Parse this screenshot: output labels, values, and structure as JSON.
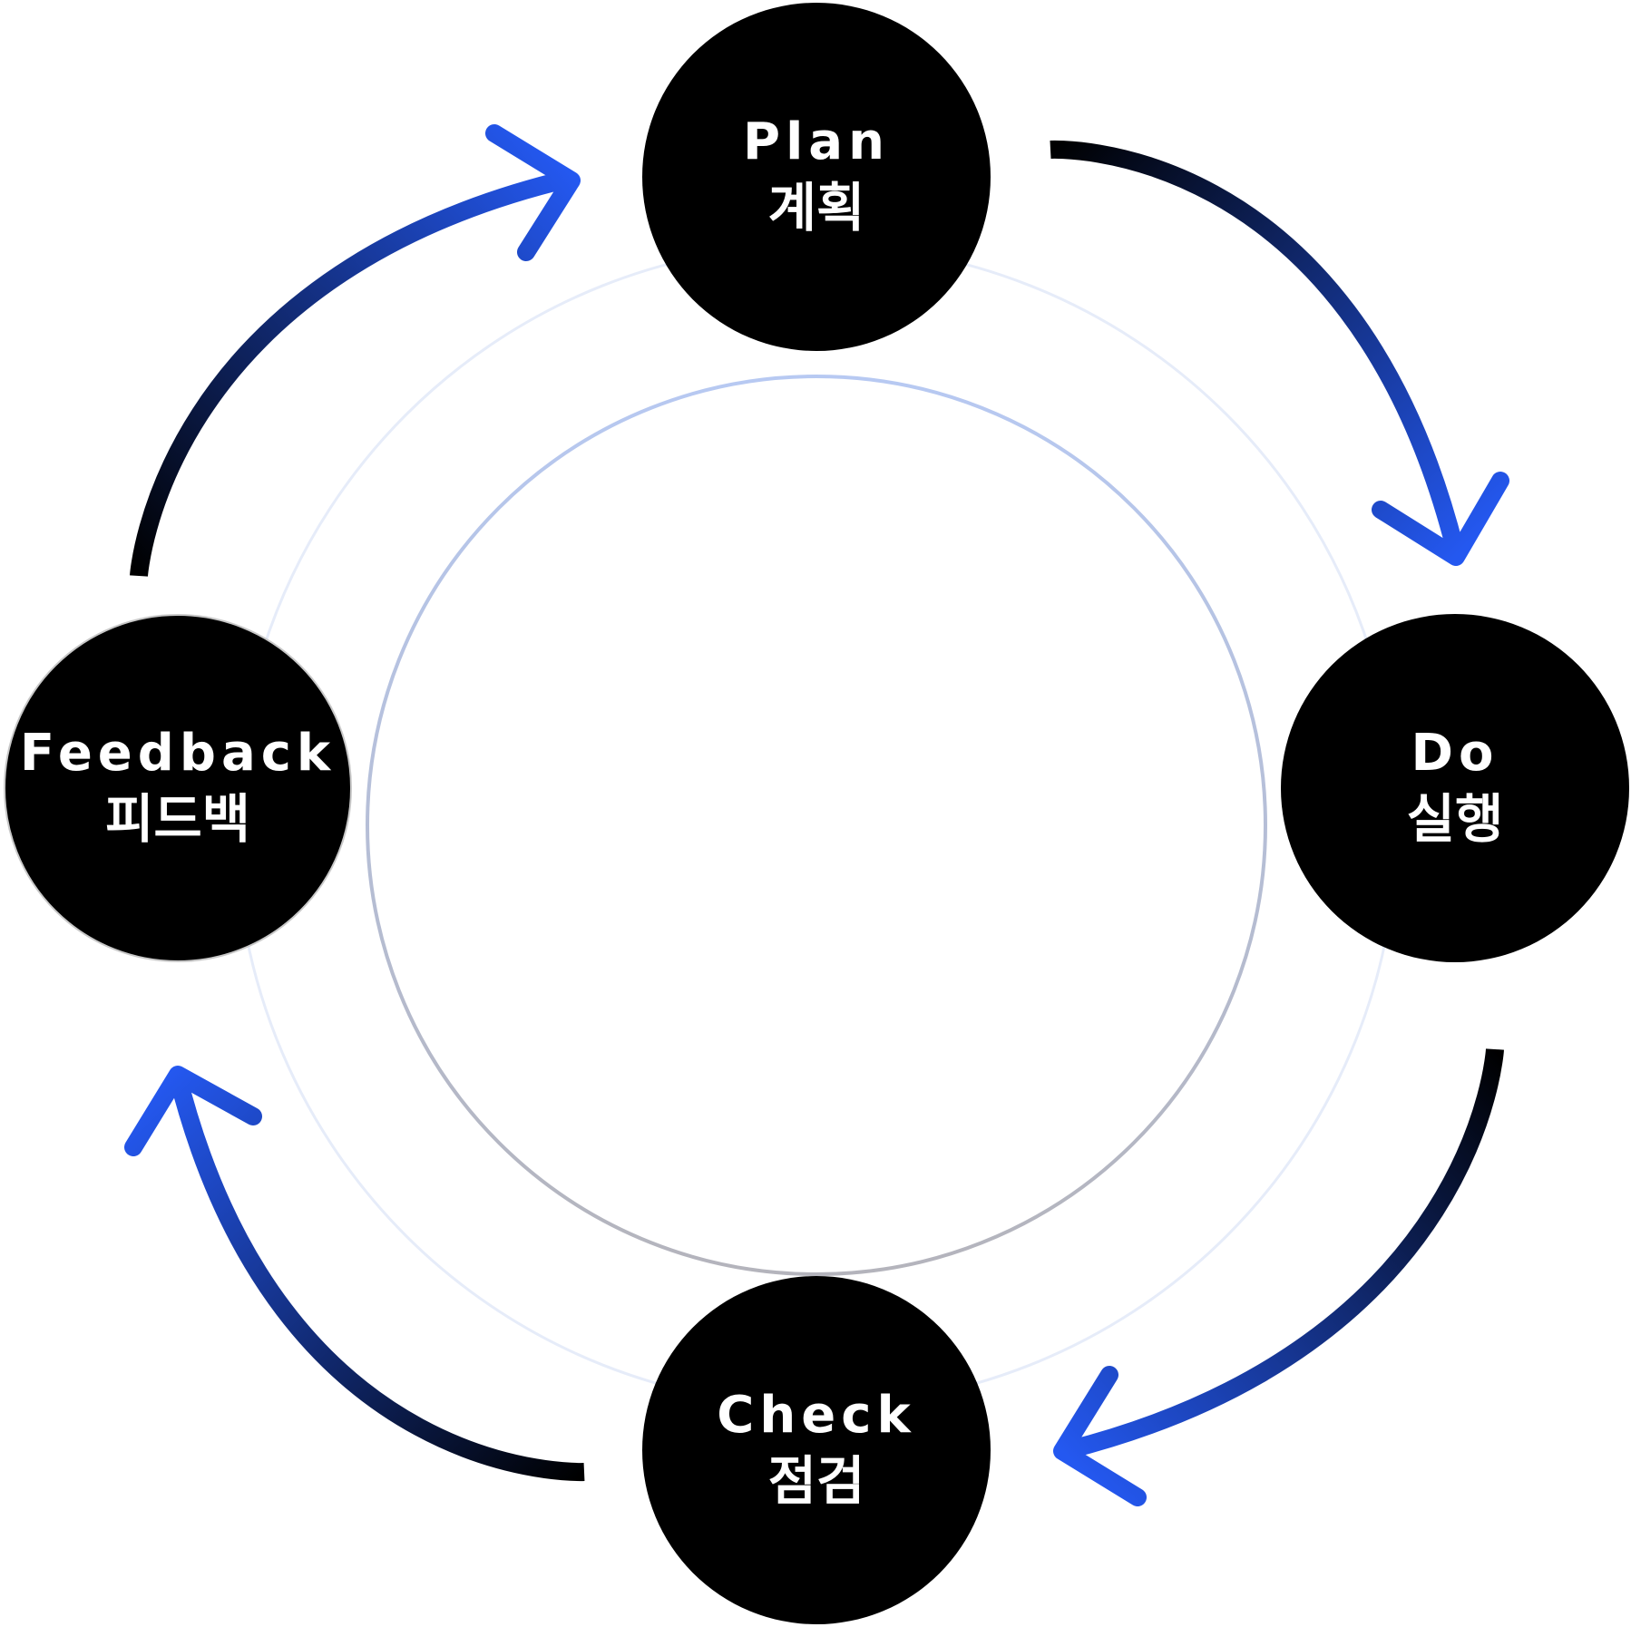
{
  "colors": {
    "node_fill": "#000000",
    "node_text": "#ffffff",
    "arrow_start": "#000000",
    "arrow_end": "#2458f0",
    "ring_inner_top": "#b7c9f2",
    "ring_inner_bottom": "#b4b4bc",
    "ring_outer": "#e6ecf9"
  },
  "nodes": {
    "plan": {
      "label_en": "Plan",
      "label_ko": "계획"
    },
    "do": {
      "label_en": "Do",
      "label_ko": "실행"
    },
    "check": {
      "label_en": "Check",
      "label_ko": "점검"
    },
    "feedback": {
      "label_en": "Feedback",
      "label_ko": "피드백"
    }
  },
  "flow": [
    "plan",
    "do",
    "check",
    "feedback"
  ]
}
